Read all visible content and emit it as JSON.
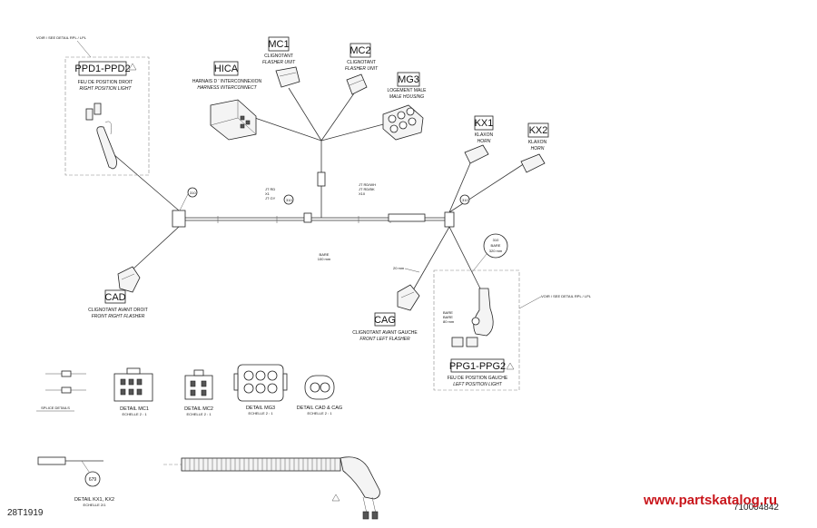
{
  "figure_code": "28T1919",
  "drawing_number": "710004842",
  "watermark": "www.partskatalog.ru",
  "see_detail_top": "VOIR / SEE DETAIL RPL / LPL",
  "see_detail_right": "VOIR / SEE DETAIL RPL / LPL",
  "bare_center": "BARE\n100 mm",
  "bare_right": "BARE\n320 mm",
  "tag_310": "310",
  "dim_20mm": "20 mm",
  "wire_note_1": "JT RD\nX1\nJT GY",
  "wire_note_2": "JT RD/WH\nJT RD/BK\nX10",
  "connectors": [
    {
      "code": "PPD1-PPD2",
      "fr": "FEU DE POSITION DROIT",
      "en": "RIGHT POSITION LIGHT"
    },
    {
      "code": "HICA",
      "fr": "HARNAIS D ' INTERCONNEXION",
      "en": "HARNESS INTERCONNECT"
    },
    {
      "code": "MC1",
      "fr": "CLIGNOTANT",
      "en": "FLASHER UNIT"
    },
    {
      "code": "MC2",
      "fr": "CLIGNOTANT",
      "en": "FLASHER UNIT"
    },
    {
      "code": "MG3",
      "fr": "LOGEMENT MALE",
      "en": "MALE HOUSING"
    },
    {
      "code": "KX1",
      "fr": "KLAXON",
      "en": "HORN"
    },
    {
      "code": "KX2",
      "fr": "KLAXON",
      "en": "HORN"
    },
    {
      "code": "CAD",
      "fr": "CLIGNOTANT AVANT DROIT",
      "en": "FRONT RIGHT FLASHER"
    },
    {
      "code": "CAG",
      "fr": "CLIGNOTANT AVANT GAUCHE",
      "en": "FRONT LEFT FLASHER"
    },
    {
      "code": "PPG1-PPG2",
      "fr": "FEU DE POSITION GAUCHE",
      "en": "LEFT POSITION LIGHT"
    }
  ],
  "details": [
    {
      "title": "DETAIL MC1",
      "scale": "ECHELLE 2 : 1"
    },
    {
      "title": "DETAIL MC2",
      "scale": "ECHELLE 2 : 1"
    },
    {
      "title": "DETAIL MG3",
      "scale": "ECHELLE 2 : 1"
    },
    {
      "title": "DETAIL CAD & CAG",
      "scale": "ECHELLE 2 : 1"
    },
    {
      "title": "DETAIL KX1, KX2",
      "scale": "ECHELLE 2/1"
    }
  ],
  "part_number_tag": "679",
  "splice_label": "SPLICE DETAILS"
}
